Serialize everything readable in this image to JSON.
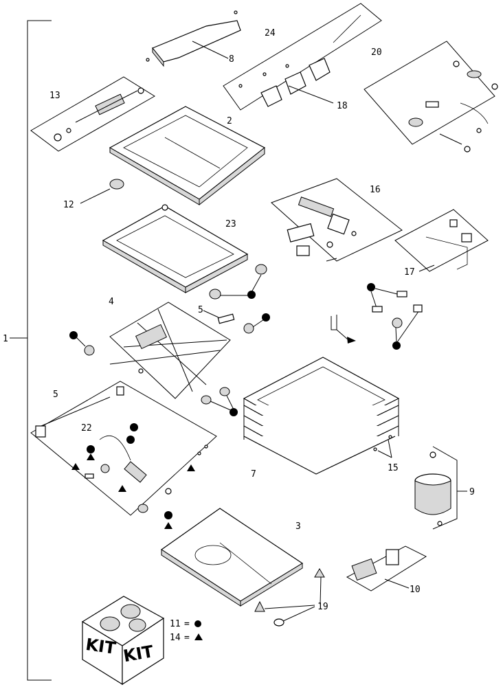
{
  "callouts": {
    "c1": "1",
    "c2": "2",
    "c3": "3",
    "c4": "4",
    "c5a": "5",
    "c5b": "5",
    "c7": "7",
    "c8": "8",
    "c9": "9",
    "c10": "10",
    "c12": "12",
    "c13": "13",
    "c15": "15",
    "c16": "16",
    "c17": "17",
    "c18": "18",
    "c19": "19",
    "c20": "20",
    "c22": "22",
    "c23": "23",
    "c24": "24"
  },
  "kit_box": {
    "left_text": "KIT",
    "right_text": "KIT"
  },
  "legend": [
    {
      "number": "11",
      "equals": "=",
      "symbol": "circle"
    },
    {
      "number": "14",
      "equals": "=",
      "symbol": "triangle"
    }
  ]
}
